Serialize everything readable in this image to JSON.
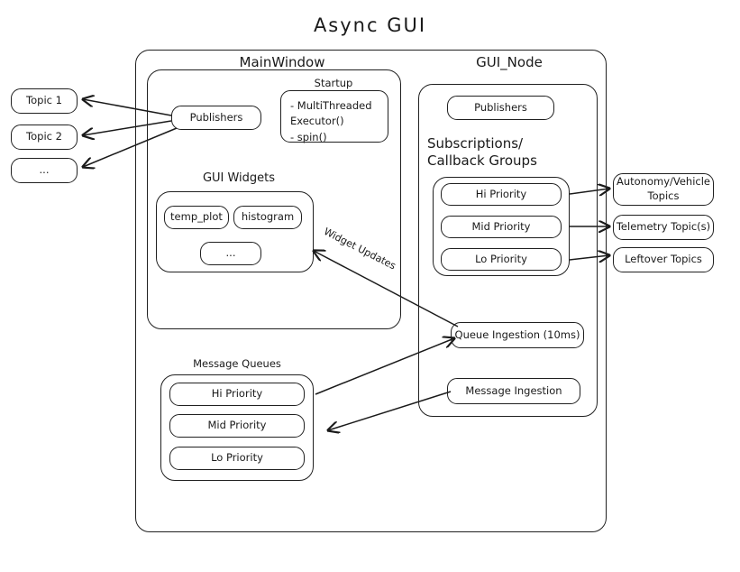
{
  "diagram": {
    "title": "Async  GUI",
    "type": "architecture-block-diagram"
  },
  "external_topics": {
    "items": [
      {
        "label": "Topic 1"
      },
      {
        "label": "Topic 2"
      },
      {
        "label": "..."
      }
    ]
  },
  "main_window": {
    "label": "MainWindow",
    "publishers": {
      "label": "Publishers"
    },
    "startup": {
      "label": "Startup",
      "items_text": "- MultiThreaded\n   Executor()\n- spin()"
    },
    "gui_widgets": {
      "label": "GUI Widgets",
      "widgets": [
        {
          "label": "temp_plot"
        },
        {
          "label": "histogram"
        },
        {
          "label": "..."
        }
      ]
    },
    "message_queues": {
      "label": "Message Queues",
      "queues": [
        {
          "label": "Hi Priority"
        },
        {
          "label": "Mid Priority"
        },
        {
          "label": "Lo Priority"
        }
      ]
    }
  },
  "gui_node": {
    "label": "GUI_Node",
    "publishers": {
      "label": "Publishers"
    },
    "subscriptions": {
      "label": "Subscriptions/\nCallback Groups",
      "groups": [
        {
          "label": "Hi Priority"
        },
        {
          "label": "Mid Priority"
        },
        {
          "label": "Lo Priority"
        }
      ]
    },
    "queue_ingestion": {
      "label": "Queue Ingestion (10ms)"
    },
    "message_ingestion": {
      "label": "Message Ingestion"
    }
  },
  "ros_topics": {
    "items": [
      {
        "label": "Autonomy/Vehicle\nTopics"
      },
      {
        "label": "Telemetry Topic(s)"
      },
      {
        "label": "Leftover Topics"
      }
    ]
  },
  "annotations": {
    "widget_updates": "Widget Updates"
  },
  "colors": {
    "stroke": "#1a1a1a",
    "background": "#ffffff"
  }
}
